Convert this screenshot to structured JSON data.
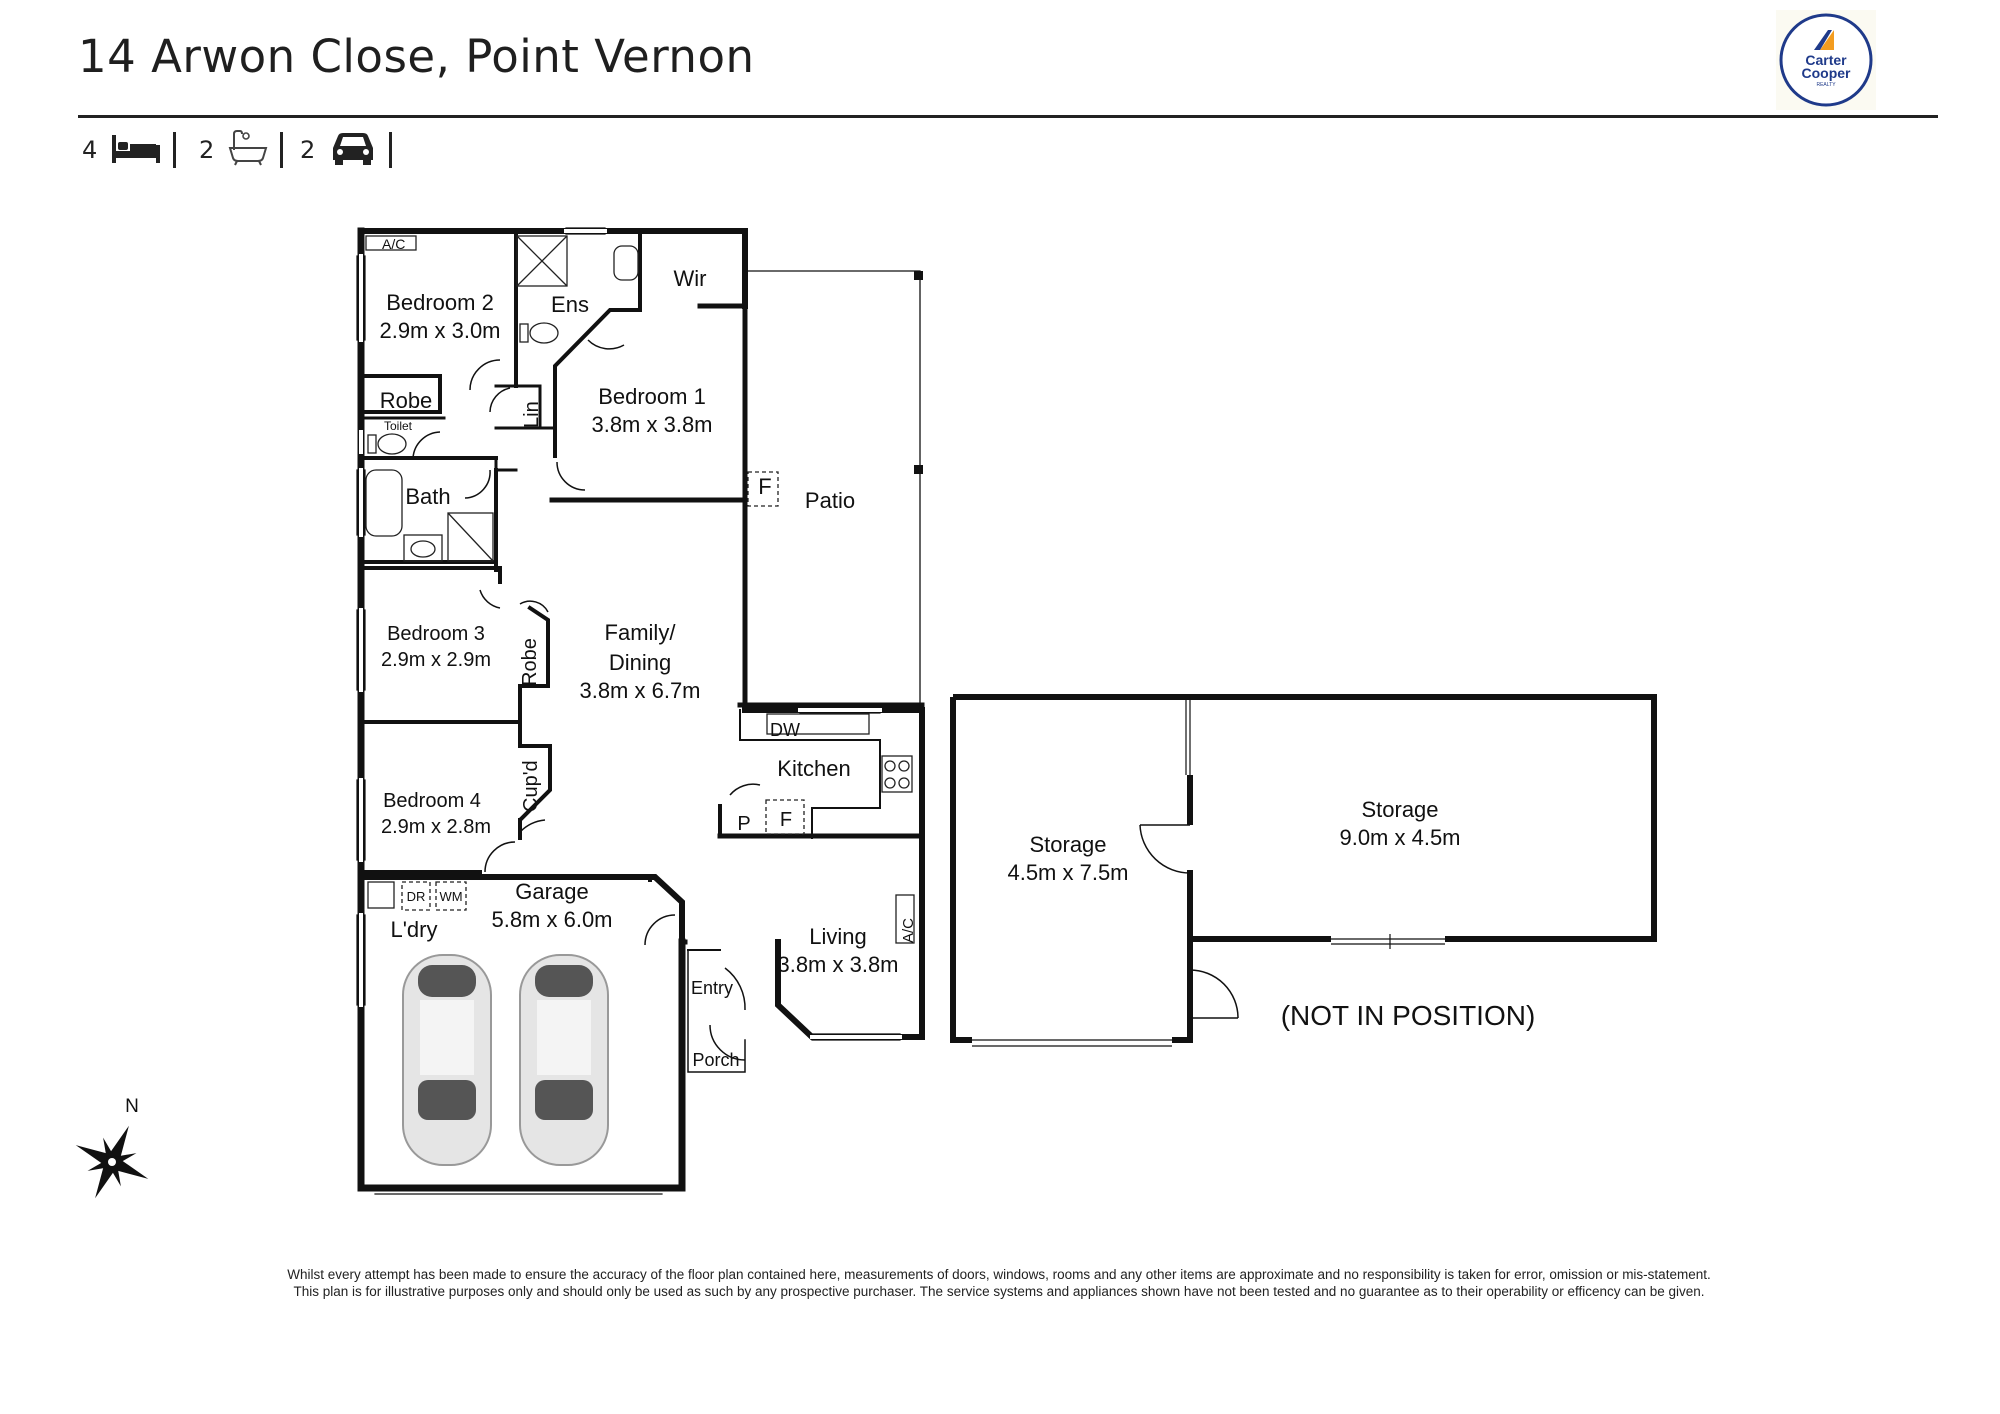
{
  "header": {
    "address": "14 Arwon Close, Point Vernon",
    "features": [
      {
        "count": "4",
        "icon": "bed-icon"
      },
      {
        "count": "2",
        "icon": "bath-icon"
      },
      {
        "count": "2",
        "icon": "car-icon"
      }
    ]
  },
  "logo": {
    "line1": "Carter",
    "line2": "Cooper",
    "line3": "REALTY",
    "colors": {
      "ring": "#1f3a8a",
      "orange": "#f39c1f",
      "text": "#1f3a8a"
    }
  },
  "rooms": {
    "bedroom2": {
      "name": "Bedroom 2",
      "dims": "2.9m x 3.0m"
    },
    "bedroom1": {
      "name": "Bedroom 1",
      "dims": "3.8m x 3.8m"
    },
    "bedroom3": {
      "name": "Bedroom 3",
      "dims": "2.9m x 2.9m"
    },
    "bedroom4": {
      "name": "Bedroom 4",
      "dims": "2.9m x 2.8m"
    },
    "family": {
      "line1": "Family/",
      "line2": "Dining",
      "dims": "3.8m x 6.7m"
    },
    "garage": {
      "name": "Garage",
      "dims": "5.8m x 6.0m"
    },
    "living": {
      "name": "Living",
      "dims": "3.8m x 3.8m"
    },
    "storage_small": {
      "name": "Storage",
      "dims": "4.5m x 7.5m"
    },
    "storage_large": {
      "name": "Storage",
      "dims": "9.0m x 4.5m"
    }
  },
  "labels": {
    "ac1": "A/C",
    "ens": "Ens",
    "wir": "Wir",
    "robe": "Robe",
    "toilet": "Toilet",
    "lin": "Lin",
    "bath": "Bath",
    "robe2": "Robe",
    "cupd": "Cup'd",
    "patio": "Patio",
    "f1": "F",
    "dw": "DW",
    "kitchen": "Kitchen",
    "p": "P",
    "f2": "F",
    "dr": "DR",
    "wm": "WM",
    "ldry": "L'dry",
    "ac2": "A/C",
    "entry": "Entry",
    "porch": "Porch",
    "not_in_position": "(NOT IN POSITION)",
    "north": "N"
  },
  "disclaimer": {
    "line1": "Whilst every attempt has been made to ensure the accuracy of the floor plan contained here, measurements of doors, windows, rooms and any other items are approximate and no responsibility is taken for error, omission  or mis-statement.",
    "line2": "This plan is for illustrative purposes only and should only be used as such by any prospective purchaser. The service systems and appliances  shown have not been tested and no guarantee as to their operability or efficency can be given."
  }
}
